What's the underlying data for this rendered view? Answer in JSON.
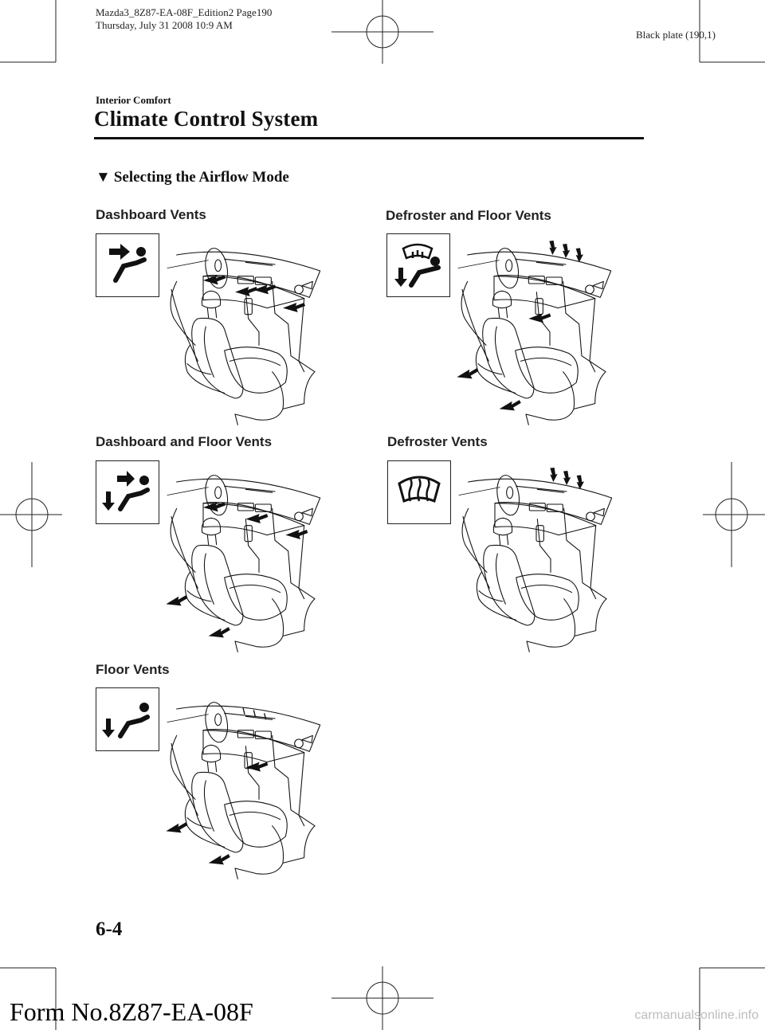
{
  "print_meta": {
    "line1": "Mazda3_8Z87-EA-08F_Edition2 Page190",
    "line2": "Thursday, July 31 2008 10:9 AM"
  },
  "plate": "Black plate (190,1)",
  "section": "Interior Comfort",
  "page_title": "Climate Control System",
  "heading": "Selecting the Airflow Mode",
  "heading_marker": "▼",
  "panels": [
    {
      "label": "Dashboard Vents",
      "icon": "dashboard-vent-mode-icon"
    },
    {
      "label": "Defroster and Floor Vents",
      "icon": "defroster-floor-mode-icon"
    },
    {
      "label": "Dashboard and Floor Vents",
      "icon": "dashboard-floor-mode-icon"
    },
    {
      "label": "Defroster Vents",
      "icon": "defroster-mode-icon"
    },
    {
      "label": "Floor Vents",
      "icon": "floor-mode-icon"
    }
  ],
  "page_number": "6-4",
  "form_number": "Form No.8Z87-EA-08F",
  "watermark": "carmanualsonline.info"
}
